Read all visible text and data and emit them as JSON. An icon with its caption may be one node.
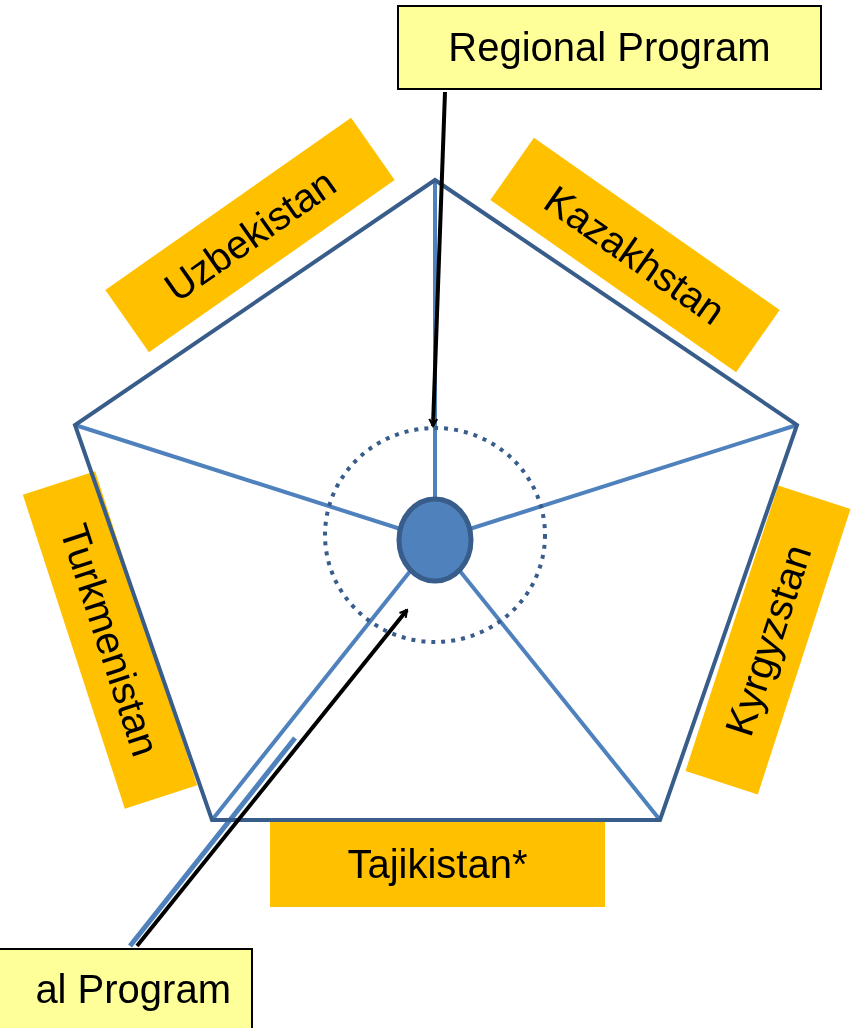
{
  "diagram": {
    "nodes": [
      {
        "text": [
          "Regional Program"
        ]
      },
      {
        "text": [
          "Uzbekistan"
        ]
      },
      {
        "text": [
          "Kazakhstan"
        ]
      },
      {
        "text": [
          "Turkmenistan"
        ]
      },
      {
        "text": [
          "Kyrgyzstan"
        ]
      },
      {
        "text": [
          "Tajikistan*"
        ]
      },
      {
        "text": [
          "al Program"
        ]
      },
      {
        "text": [],
        "shape": "pentagon"
      },
      {
        "text": [],
        "shape": "circle",
        "in": 7
      },
      {
        "text": [],
        "shape": "circle",
        "in": 8
      }
    ],
    "edges": [
      {
        "from": 0,
        "to": 8,
        "arrow": "to"
      },
      {
        "from": 6,
        "to": 8,
        "arrow": "to"
      }
    ]
  }
}
